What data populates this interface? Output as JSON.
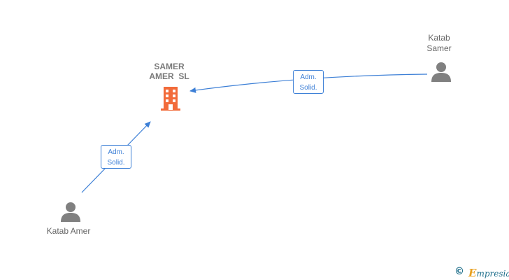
{
  "company": {
    "name_line1": "SAMER",
    "name_line2": "AMER  SL",
    "icon": "building-icon",
    "color": "#f26b3a"
  },
  "people": [
    {
      "name": "Katab Amer",
      "icon": "person-icon"
    },
    {
      "name_line1": "Katab",
      "name_line2": "Samer",
      "icon": "person-icon"
    }
  ],
  "relations": [
    {
      "from": "Katab Amer",
      "to": "SAMER AMER SL",
      "label_line1": "Adm.",
      "label_line2": "Solid."
    },
    {
      "from": "Katab Samer",
      "to": "SAMER AMER SL",
      "label_line1": "Adm.",
      "label_line2": "Solid."
    }
  ],
  "colors": {
    "edge": "#3c7fd6",
    "person": "#808080",
    "label_text": "#666666"
  },
  "footer": {
    "copyright_symbol": "©",
    "brand_initial": "E",
    "brand_rest": "mpresia"
  }
}
